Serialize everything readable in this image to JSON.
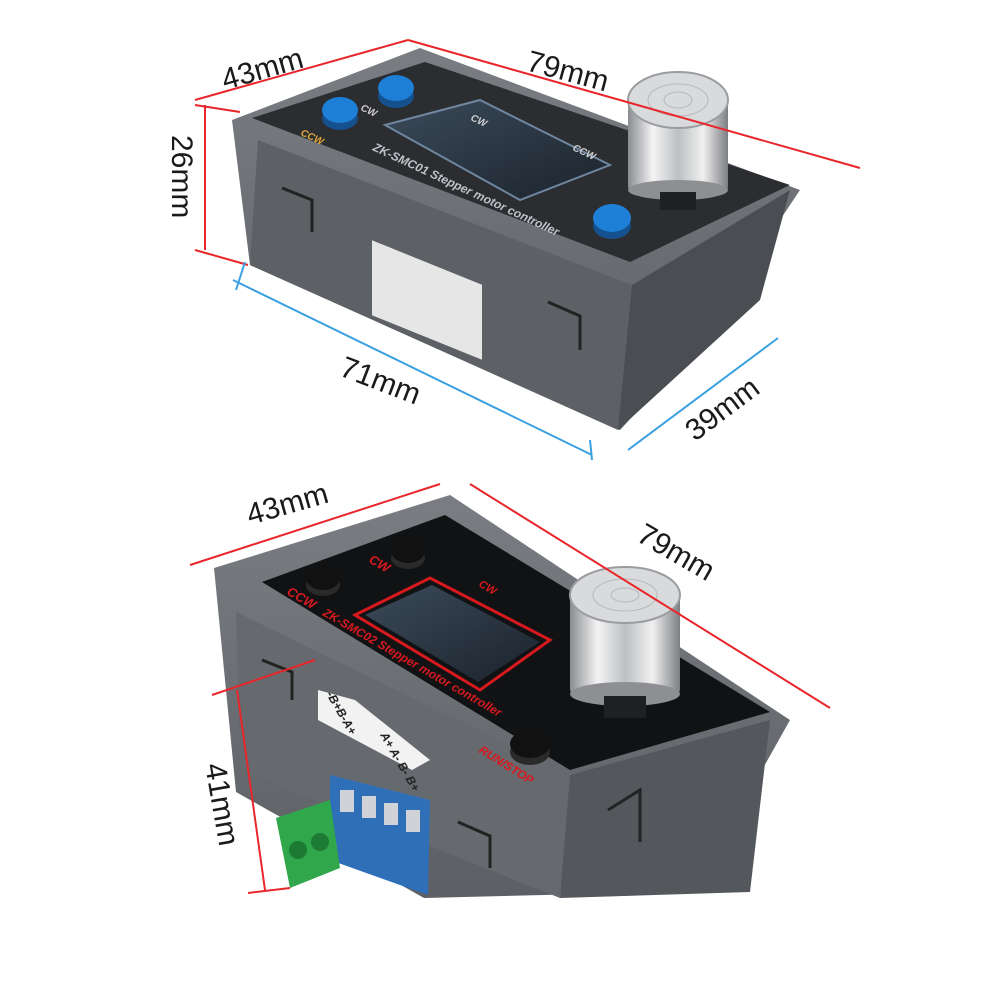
{
  "colors": {
    "dimension_red": "#e8262b",
    "dimension_blue": "#3aa0e0",
    "case_gray": "#6b6e73",
    "case_dark": "#3e4045",
    "button_blue": "#1e7fd6",
    "button_black": "#111111",
    "label_red": "#d8191e",
    "terminal_blue": "#2f6fb8",
    "terminal_green": "#2fa74a"
  },
  "top_view": {
    "dim_depth": "43mm",
    "dim_length": "79mm",
    "dim_height": "26mm",
    "dim_cutout_length": "71mm",
    "dim_cutout_depth": "39mm",
    "label_ccw_left": "CCW",
    "label_cw_left": "CW",
    "label_cw_right": "CW",
    "label_ccw_right": "CCW",
    "model_text": "ZK-SMC01  Stepper motor controller"
  },
  "bottom_view": {
    "dim_depth": "43mm",
    "dim_length": "79mm",
    "dim_height": "41mm",
    "label_ccw": "CCW",
    "label_cw_left": "CW",
    "label_cw_right": "CW",
    "model_text": "ZK-SMC02  Stepper motor controller",
    "run_stop": "RUN/STOP",
    "terminal_top": "-B+B-A+",
    "terminal_bottom": "A+ A- B- B+"
  }
}
